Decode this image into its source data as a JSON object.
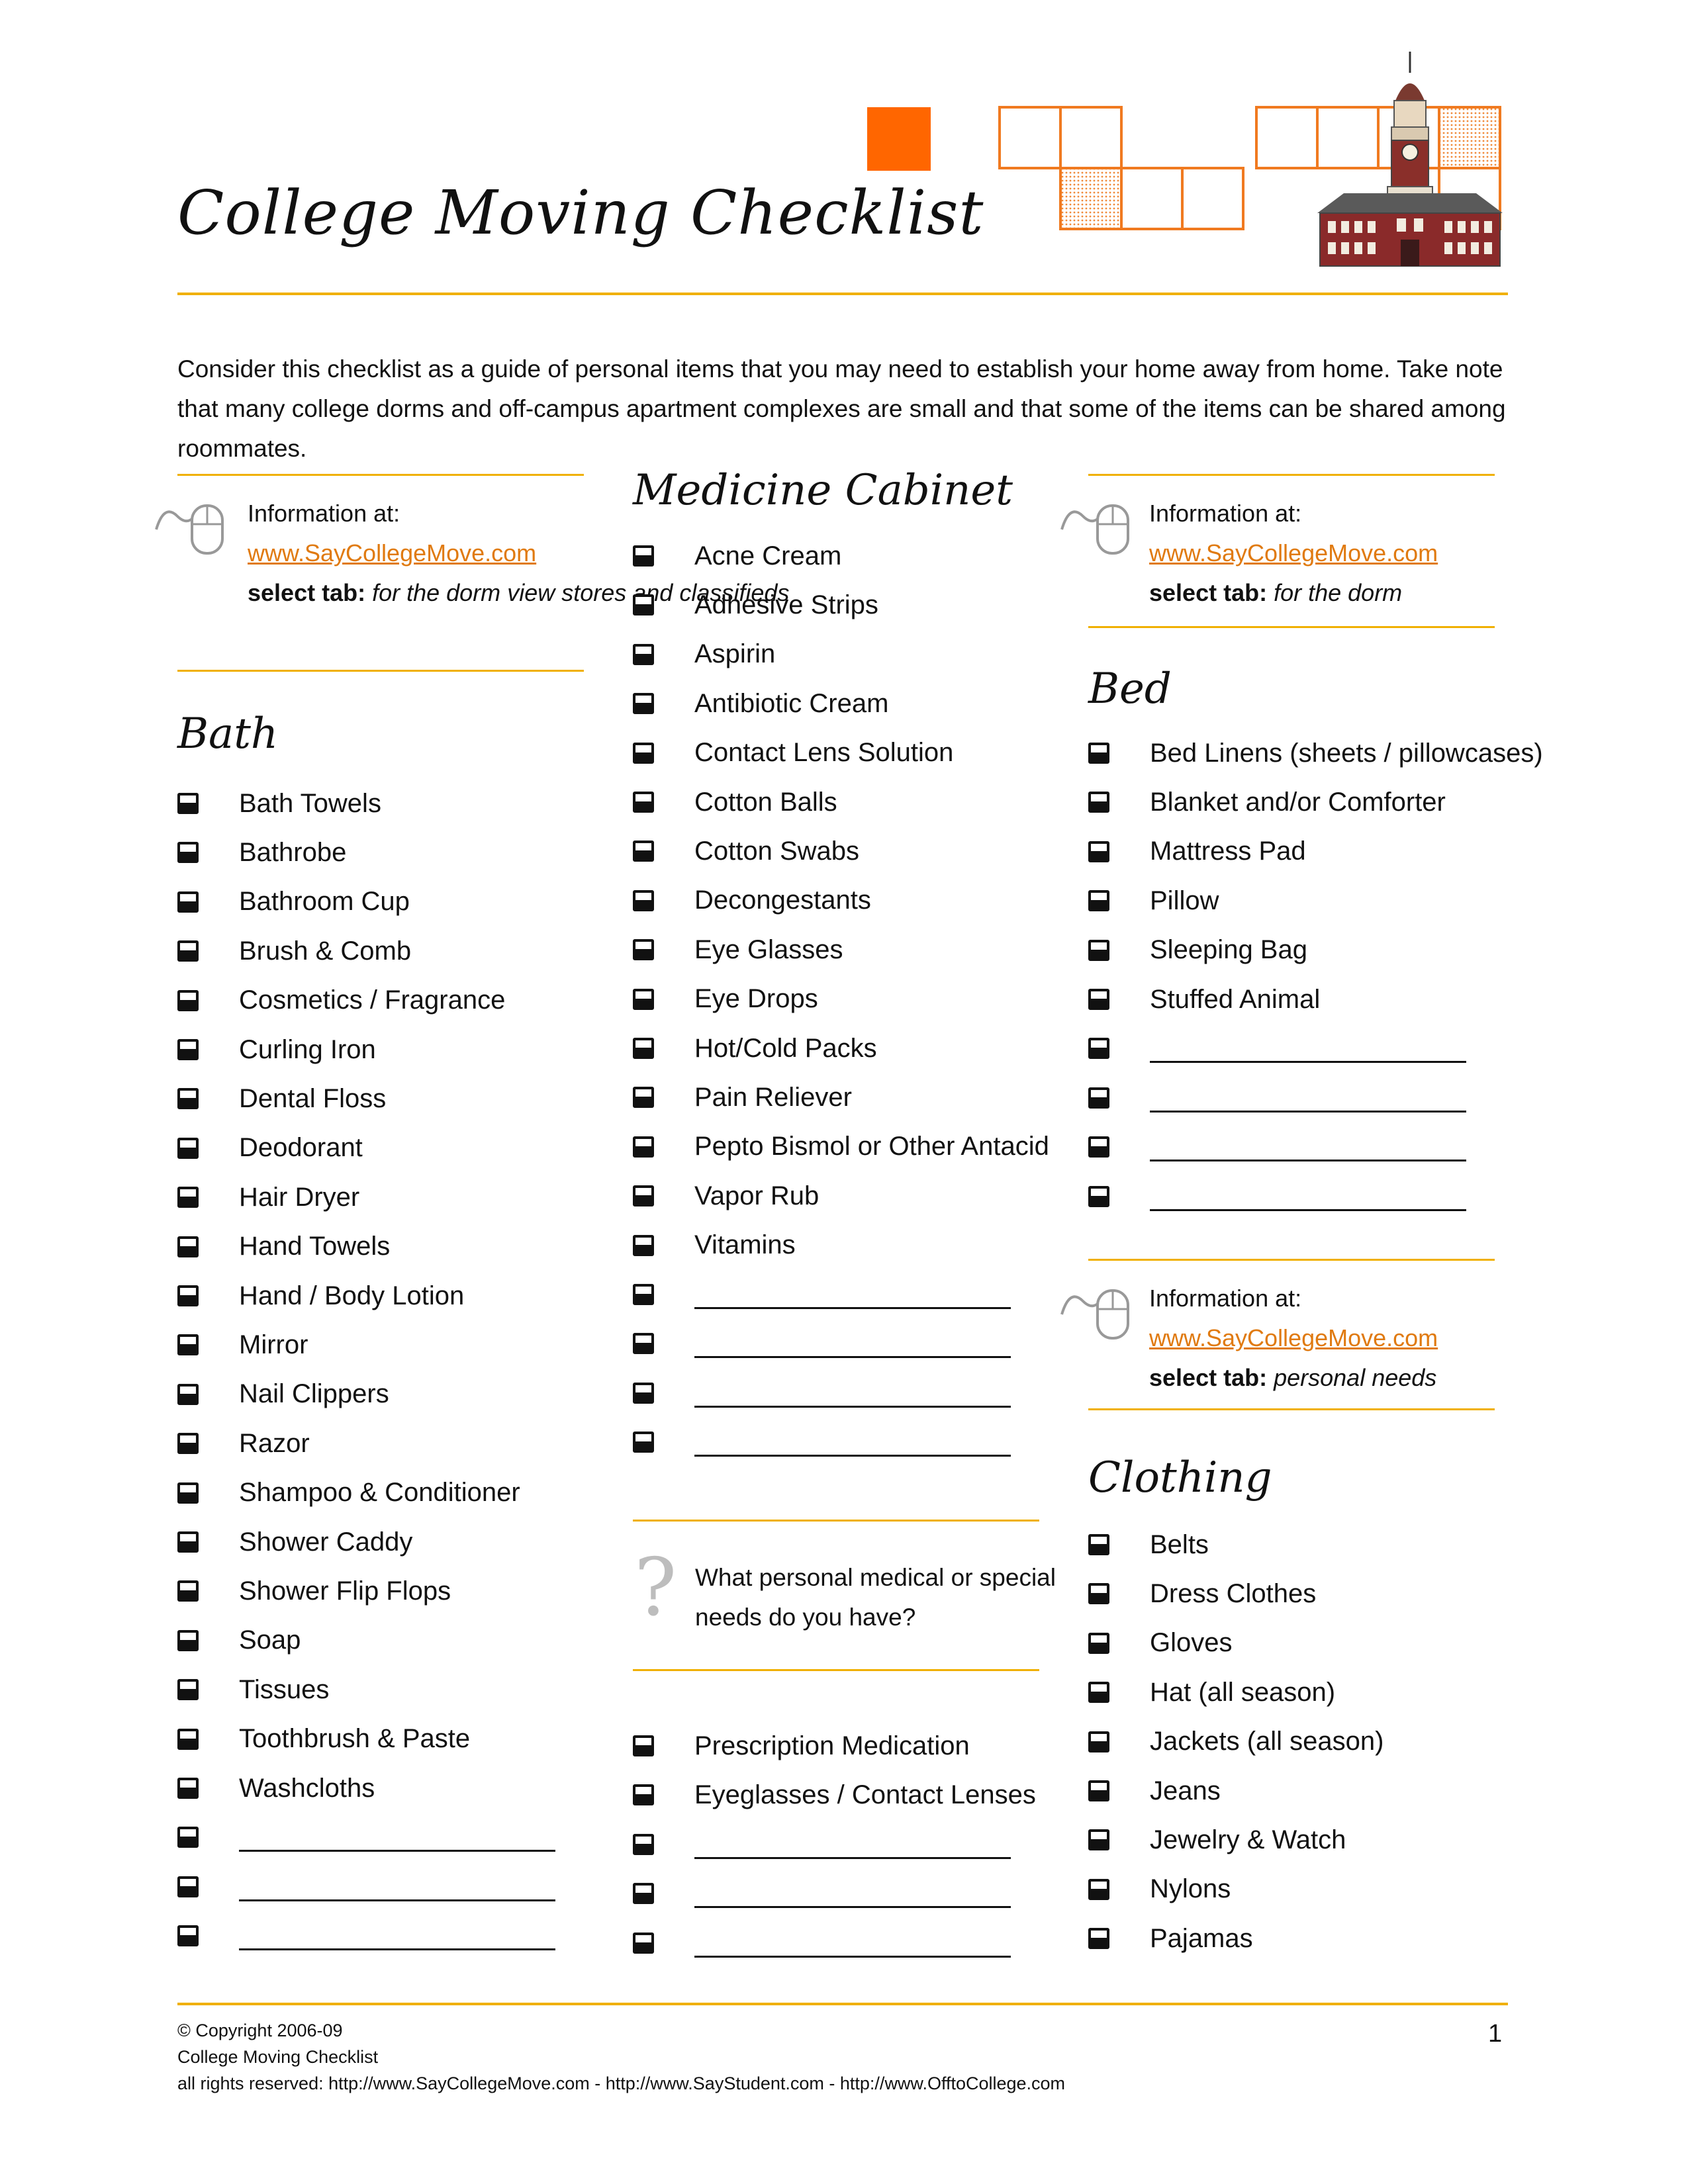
{
  "title": "College Moving Checklist",
  "intro": "Consider this checklist as a guide of personal items that you may need to establish your home away from home.  Take note that many college dorms and off-campus apartment complexes are small and that some of the items can be shared among roommates.",
  "colors": {
    "accent": "#f0b000",
    "brand_orange": "#ff6600",
    "link": "#e07a10"
  },
  "icons": {
    "checkbox": "half-filled-checkbox-icon",
    "info": "mouse-icon",
    "question": "question-mark-icon",
    "header_art": "clock-tower-building-illustration"
  },
  "info_left": {
    "label": "Information at:",
    "link": "www.SayCollegeMove.com",
    "tab_label": "select tab:",
    "tab_value": "for the dorm",
    "extra": "view stores and classifieds"
  },
  "info_bed": {
    "label": "Information at:",
    "link": "www.SayCollegeMove.com",
    "tab_label": "select tab:",
    "tab_value": "for the dorm"
  },
  "info_clothing": {
    "label": "Information at:",
    "link": "www.SayCollegeMove.com",
    "tab_label": "select tab:",
    "tab_value": "personal needs"
  },
  "bath": {
    "title": "Bath",
    "items": [
      "Bath Towels",
      "Bathrobe",
      "Bathroom Cup",
      "Brush & Comb",
      "Cosmetics / Fragrance",
      "Curling Iron",
      "Dental Floss",
      "Deodorant",
      "Hair Dryer",
      "Hand Towels",
      "Hand / Body Lotion",
      "Mirror",
      "Nail Clippers",
      "Razor",
      "Shampoo & Conditioner",
      "Shower Caddy",
      "Shower Flip Flops",
      "Soap",
      "Tissues",
      "Toothbrush & Paste",
      "Washcloths"
    ],
    "blanks": 3
  },
  "medicine": {
    "title": "Medicine Cabinet",
    "items": [
      "Acne Cream",
      "Adhesive Strips",
      "Aspirin",
      "Antibiotic Cream",
      "Contact Lens Solution",
      "Cotton Balls",
      "Cotton Swabs",
      "Decongestants",
      "Eye Glasses",
      "Eye Drops",
      "Hot/Cold Packs",
      "Pain Reliever",
      "Pepto Bismol or Other Antacid",
      "Vapor Rub",
      "Vitamins"
    ],
    "blanks": 4,
    "question": "What personal medical or special needs do you have?",
    "special_items": [
      "Prescription Medication",
      "Eyeglasses / Contact Lenses"
    ],
    "special_blanks": 3
  },
  "bed": {
    "title": "Bed",
    "items": [
      "Bed Linens (sheets / pillowcases)",
      "Blanket and/or Comforter",
      "Mattress Pad",
      "Pillow",
      "Sleeping Bag",
      "Stuffed Animal"
    ],
    "blanks": 4
  },
  "clothing": {
    "title": "Clothing",
    "items": [
      "Belts",
      "Dress Clothes",
      "Gloves",
      "Hat (all season)",
      "Jackets (all season)",
      "Jeans",
      "Jewelry & Watch",
      "Nylons",
      "Pajamas"
    ]
  },
  "footer": {
    "copyright": "© Copyright 2006-09",
    "doc_name": "College Moving Checklist",
    "rights": "all rights reserved: http://www.SayCollegeMove.com - http://www.SayStudent.com - http://www.OfftoCollege.com",
    "page": "1"
  }
}
